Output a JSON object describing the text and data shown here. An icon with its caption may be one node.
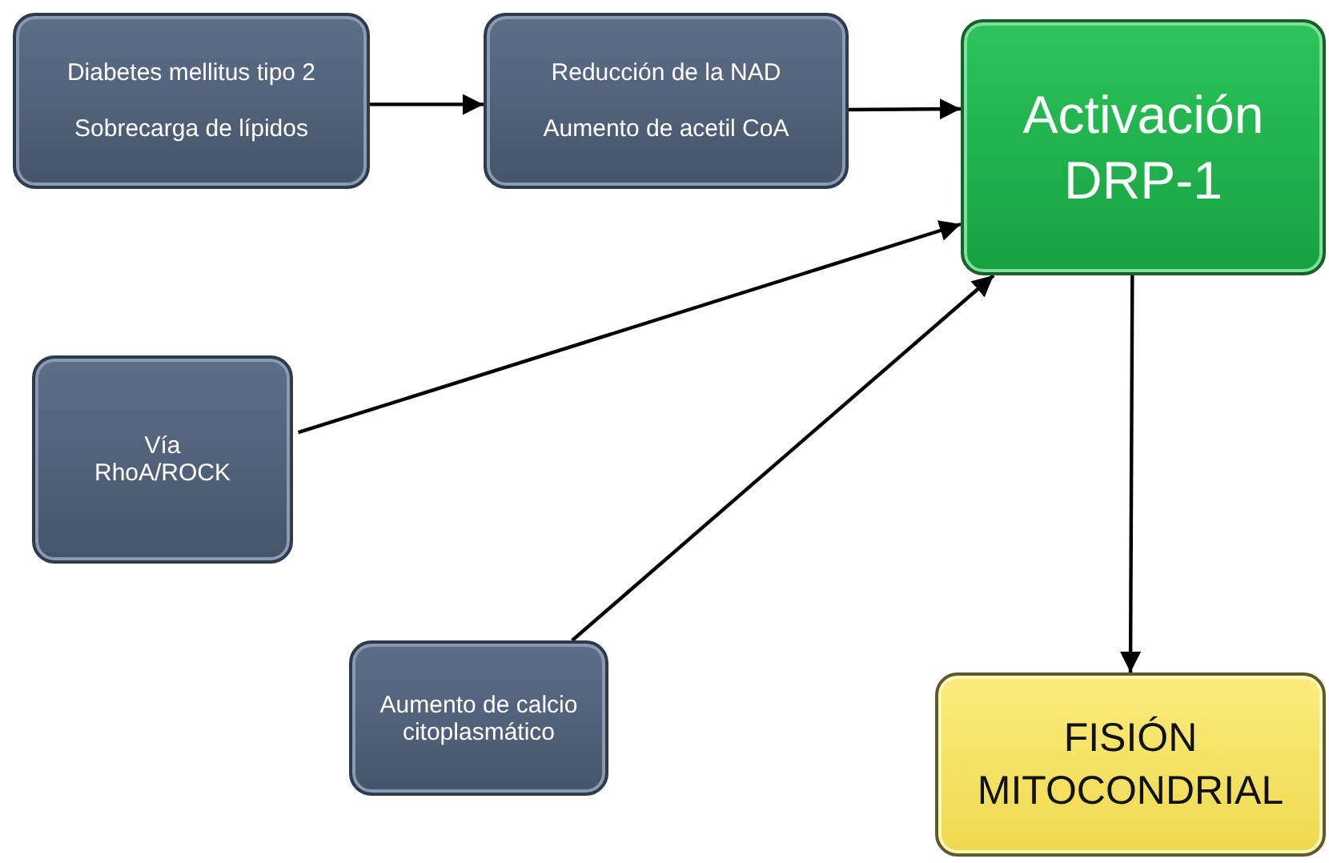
{
  "diagram": {
    "nodes": [
      {
        "text": [
          "Diabetes mellitus tipo 2",
          "Sobrecarga de lípidos"
        ]
      },
      {
        "text": [
          "Reducción de la NAD",
          "Aumento de acetil CoA"
        ]
      },
      {
        "text": [
          "Activación DRP-1"
        ]
      },
      {
        "text": [
          "Vía RhoA/ROCK"
        ]
      },
      {
        "text": [
          "Aumento de calcio citoplasmático"
        ]
      },
      {
        "text": [
          "FISIÓN MITOCONDRIAL"
        ]
      }
    ],
    "edges": [
      {
        "from": 0,
        "to": 1,
        "arrow": "to"
      },
      {
        "from": 1,
        "to": 2,
        "arrow": "to"
      },
      {
        "from": 3,
        "to": 2,
        "arrow": "to"
      },
      {
        "from": 4,
        "to": 2,
        "arrow": "to"
      },
      {
        "from": 2,
        "to": 5,
        "arrow": "to"
      }
    ]
  }
}
